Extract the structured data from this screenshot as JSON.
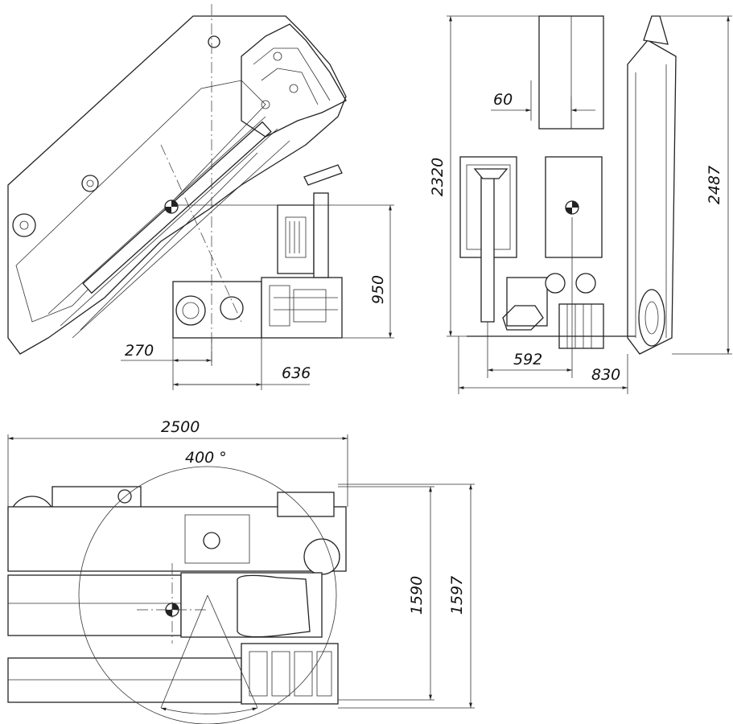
{
  "drawing": {
    "side_view": {
      "dims": {
        "height": "950",
        "offset_a": "270",
        "offset_b": "636"
      }
    },
    "front_view": {
      "dims": {
        "overall_height": "2320",
        "boom_height": "2487",
        "clearance": "60",
        "width_a": "592",
        "width_b": "830"
      }
    },
    "top_view": {
      "dims": {
        "length": "2500",
        "slewing": "400 °",
        "width_a": "1590",
        "width_b": "1597"
      }
    },
    "colors": {
      "line": "#222222",
      "background": "#ffffff"
    }
  }
}
